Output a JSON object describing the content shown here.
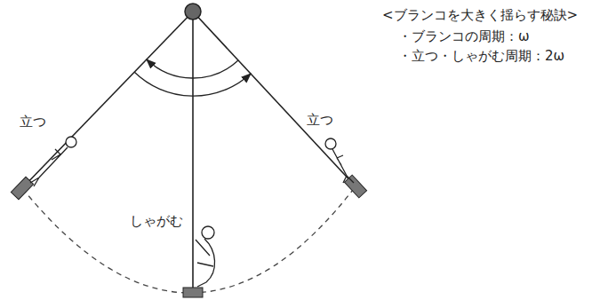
{
  "diagram": {
    "title": "<ブランコを大きく揺らす秘訣>",
    "labels": [
      "・ブランコの周期：ω",
      "・立つ・しゃがむ周期：2ω",
      "立つ",
      "立つ",
      "しゃがむ"
    ]
  }
}
